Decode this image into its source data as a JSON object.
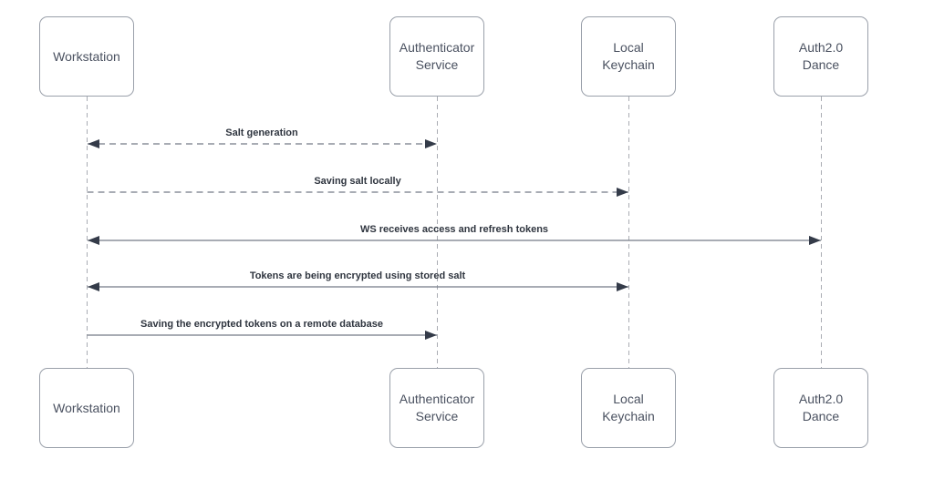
{
  "diagram": {
    "type": "sequence-diagram",
    "actors": [
      {
        "label": "Workstation"
      },
      {
        "label": "Authenticator\nService"
      },
      {
        "label": "Local\nKeychain"
      },
      {
        "label": "Auth2.0\nDance"
      }
    ],
    "messages": [
      {
        "label": "Salt generation",
        "from": "Workstation",
        "to": "Authenticator Service",
        "line": "dashed",
        "arrowheads": "both"
      },
      {
        "label": "Saving salt locally",
        "from": "Workstation",
        "to": "Local Keychain",
        "line": "dashed",
        "arrowheads": "to"
      },
      {
        "label": "WS receives access and refresh tokens",
        "from": "Workstation",
        "to": "Auth2.0 Dance",
        "line": "solid",
        "arrowheads": "both"
      },
      {
        "label": "Tokens are being encrypted using stored salt",
        "from": "Workstation",
        "to": "Local Keychain",
        "line": "solid",
        "arrowheads": "both"
      },
      {
        "label": "Saving the encrypted tokens on a remote database",
        "from": "Workstation",
        "to": "Authenticator Service",
        "line": "solid",
        "arrowheads": "to"
      }
    ],
    "colors": {
      "background": "#ffffff",
      "box_border": "#9aa0aa",
      "box_text": "#4a5160",
      "lifeline": "#a9acb3",
      "message_line": "#747b86",
      "arrowhead": "#343b49",
      "label_text": "#2f353f"
    }
  }
}
